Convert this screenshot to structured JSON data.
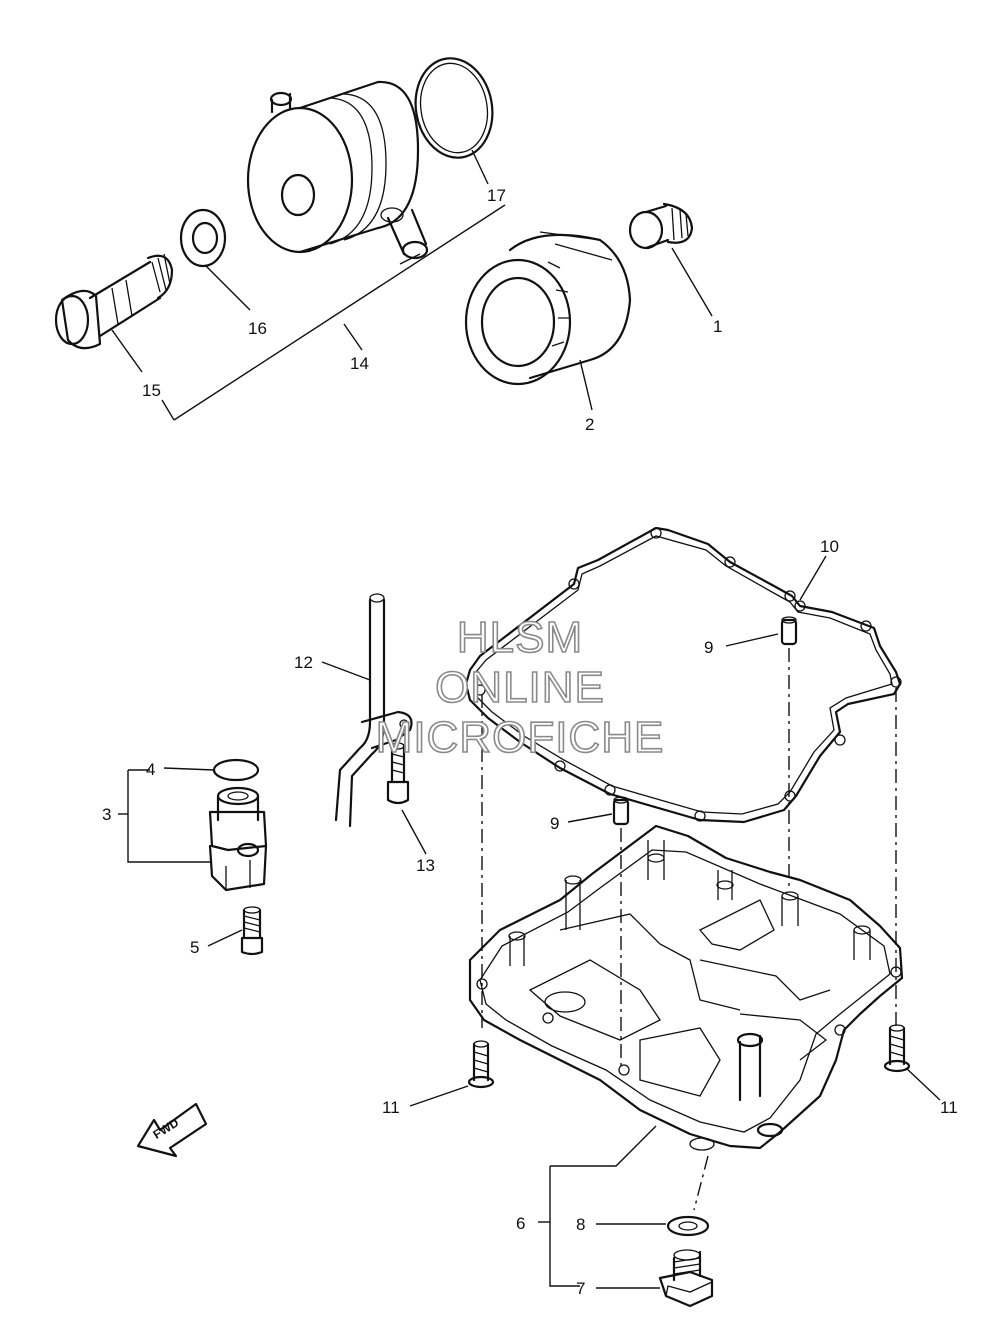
{
  "watermark": {
    "line1": "HLSM",
    "line2": "ONLINE",
    "line3": "MICROFICHE"
  },
  "fwd_label": "FWD",
  "callouts": {
    "p1": "1",
    "p2": "2",
    "p3": "3",
    "p4": "4",
    "p5": "5",
    "p6": "6",
    "p7": "7",
    "p8": "8",
    "p9a": "9",
    "p9b": "9",
    "p10": "10",
    "p11a": "11",
    "p11b": "11",
    "p12": "12",
    "p13": "13",
    "p14": "14",
    "p15": "15",
    "p16": "16",
    "p17": "17"
  }
}
